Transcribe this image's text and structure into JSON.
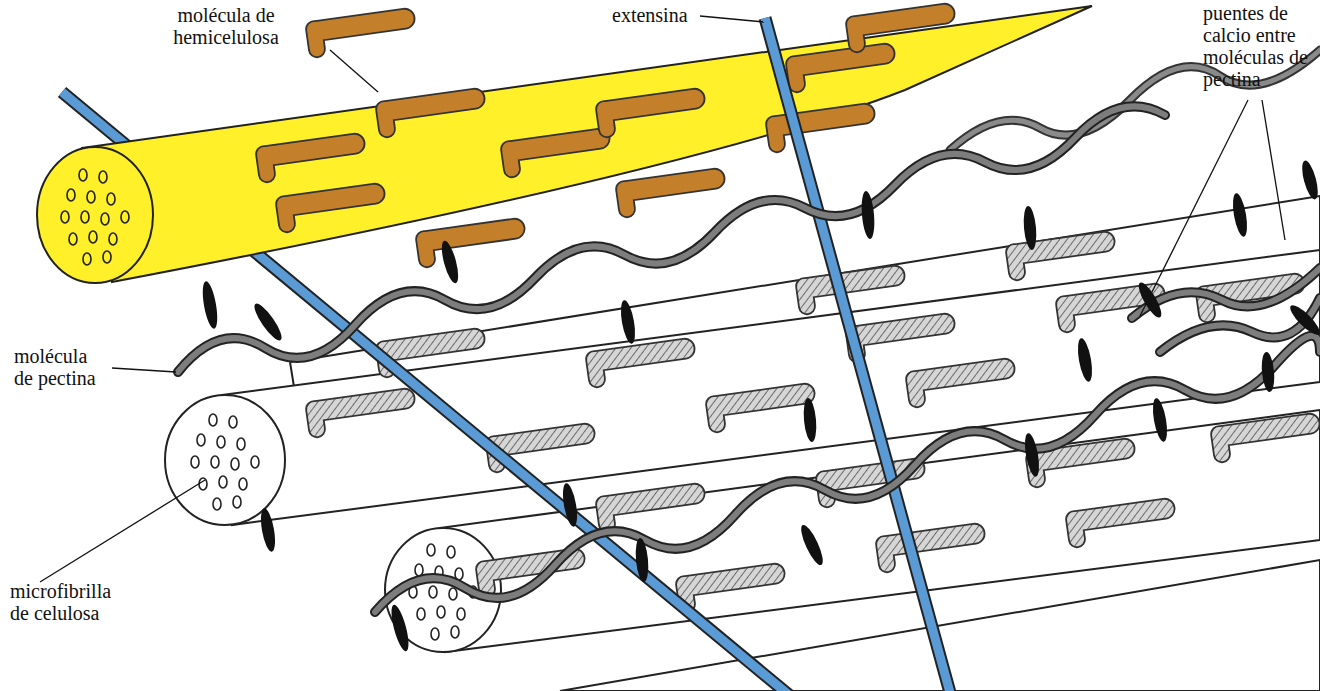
{
  "diagram": {
    "labels": [
      "molécula de hemicelulosa",
      "extensina",
      "puentes de calcio entre moléculas de pectina",
      "molécula de pectina",
      "microfibrilla de celulosa"
    ]
  }
}
